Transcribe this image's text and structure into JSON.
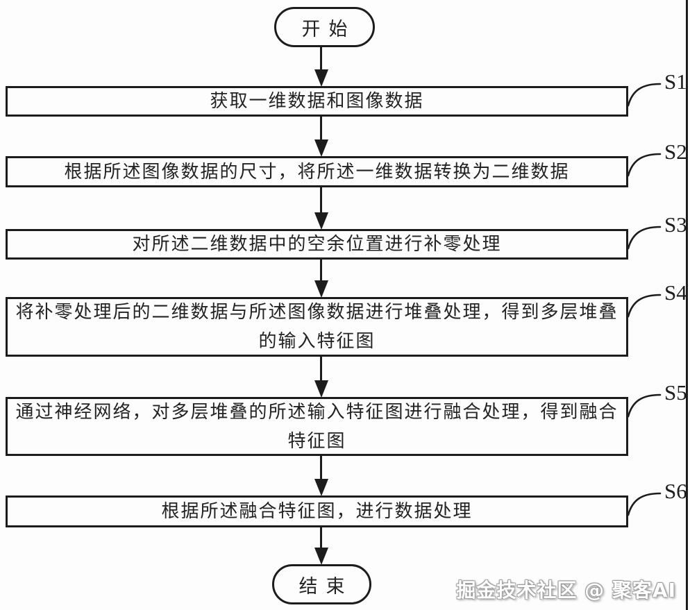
{
  "figure": {
    "start_label": "开始",
    "end_label": "结束",
    "steps": [
      {
        "id": "S1",
        "text": "获取一维数据和图像数据"
      },
      {
        "id": "S2",
        "text": "根据所述图像数据的尺寸，将所述一维数据转换为二维数据"
      },
      {
        "id": "S3",
        "text": "对所述二维数据中的空余位置进行补零处理"
      },
      {
        "id": "S4",
        "text": "将补零处理后的二维数据与所述图像数据进行堆叠处理，得到多层堆叠的输入特征图"
      },
      {
        "id": "S5",
        "text": "通过神经网络，对多层堆叠的所述输入特征图进行融合处理，得到融合特征图"
      },
      {
        "id": "S6",
        "text": "根据所述融合特征图，进行数据处理"
      }
    ],
    "watermark": "掘金技术社区 @ 聚客AI",
    "colors": {
      "line": "#1c1c1c",
      "background": "#fdfdfd",
      "text": "#222222",
      "watermark": "#ffffff",
      "watermark_shadow": "#9a9a9a"
    }
  }
}
